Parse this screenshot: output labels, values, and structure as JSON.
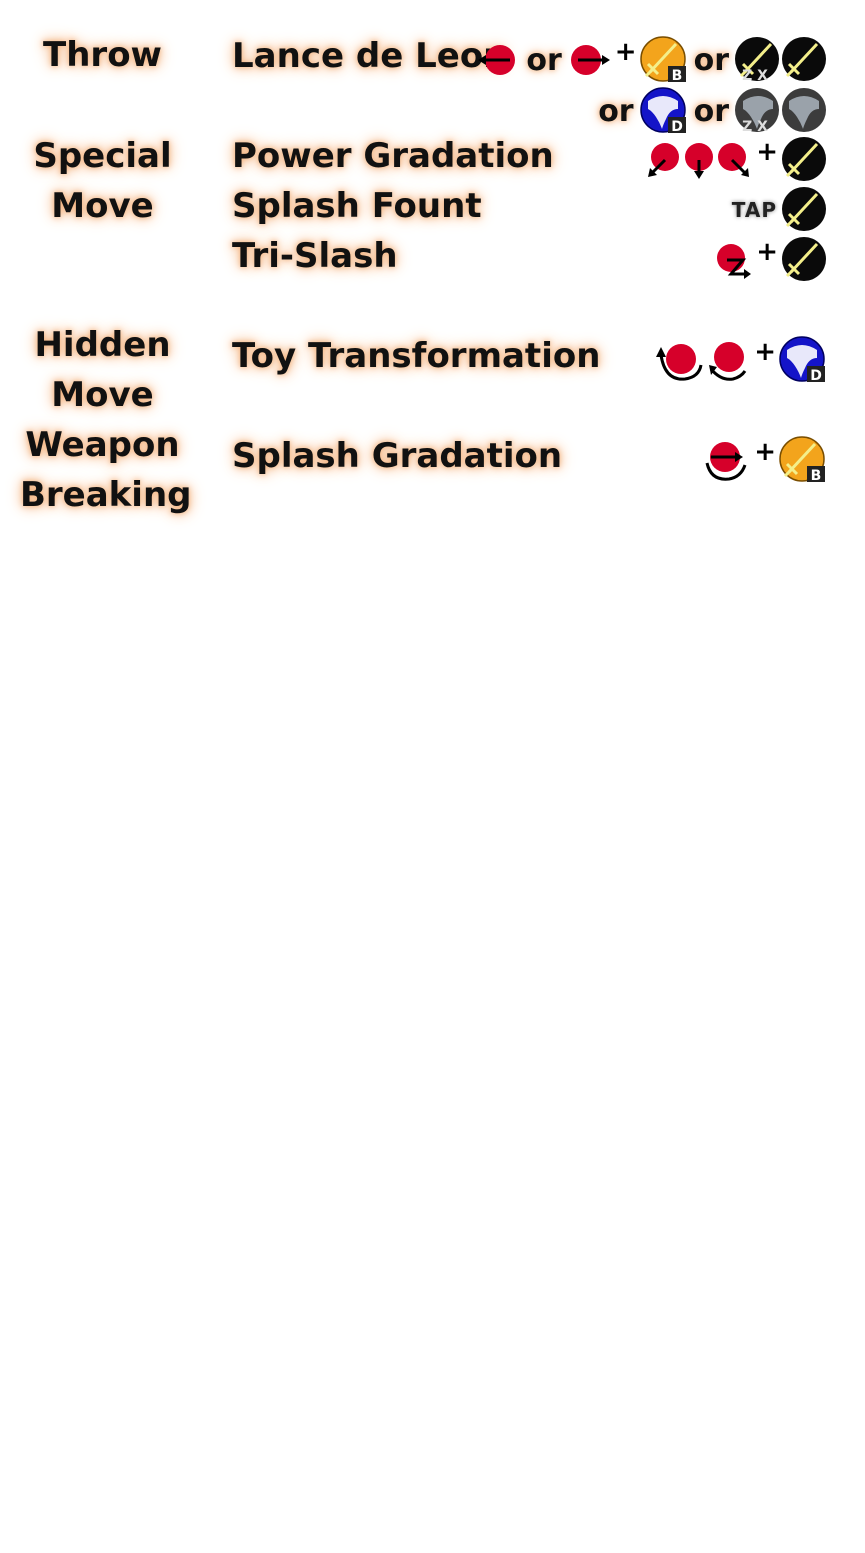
{
  "categories": {
    "throw": "Throw",
    "special_1": "Special",
    "special_2": "Move",
    "hidden_1": "Hidden",
    "hidden_2": "Move",
    "weapon_1": "Weapon",
    "weapon_2": "Breaking"
  },
  "moves": {
    "lance": "Lance de Leon",
    "power": "Power Gradation",
    "splash_fount": "Splash Fount",
    "tri_slash": "Tri-Slash",
    "toy": "Toy Transformation",
    "splash_grad": "Splash Gradation"
  },
  "separators": {
    "or": "or",
    "plus": "+"
  },
  "buttons": {
    "b": "B",
    "d": "D",
    "zx": "Z X",
    "tap": "TAP"
  },
  "colors": {
    "stick_red": "#d6002a",
    "b_button": "#f3a41c",
    "d_button": "#1414c8",
    "sword_button": "#0a0a0a",
    "grey_button": "#3c3c3c",
    "glow": "#f3b07a"
  }
}
